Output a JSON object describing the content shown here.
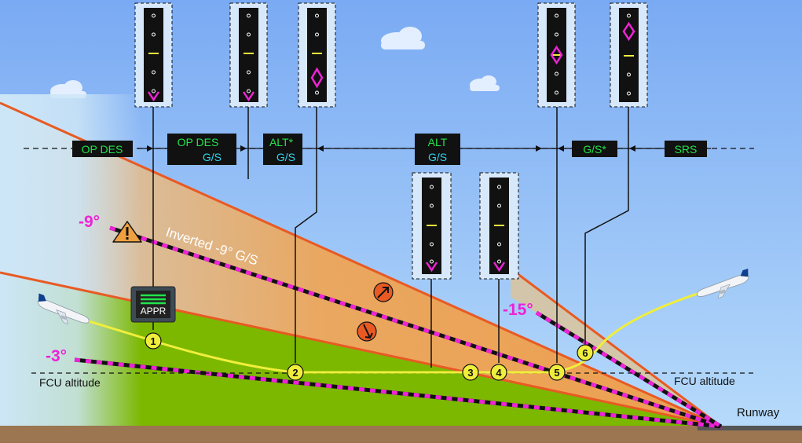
{
  "modes": [
    {
      "id": "op-des",
      "line1": "OP DES",
      "line2": ""
    },
    {
      "id": "op-des-gs",
      "line1": "OP DES",
      "line2": "G/S"
    },
    {
      "id": "alt-star",
      "line1": "ALT*",
      "line2": "G/S"
    },
    {
      "id": "alt",
      "line1": "ALT",
      "line2": "G/S"
    },
    {
      "id": "gs-star",
      "line1": "G/S*",
      "line2": ""
    },
    {
      "id": "srs",
      "line1": "SRS",
      "line2": ""
    }
  ],
  "angles": {
    "a9": "-9°",
    "a3": "-3°",
    "a15": "-15°"
  },
  "labels": {
    "inverted_gs": "Inverted -9° G/S",
    "fcu_left": "FCU altitude",
    "fcu_right": "FCU altitude",
    "runway": "Runway",
    "appr": "APPR"
  },
  "waypoints": [
    "1",
    "2",
    "3",
    "4",
    "5",
    "6"
  ],
  "colors": {
    "sky_top": "#7aaaf3",
    "terrain": "#7cb800",
    "ground": "#9b7650",
    "beam_orange": "#f0a040",
    "beam_line": "#e85a24",
    "magenta": "#ee22d6",
    "path_yellow": "#f0ee3c",
    "mode_green": "#22e34a",
    "mode_cyan": "#2fd3ee"
  },
  "icons": [
    "warning-icon",
    "aircraft-icon",
    "mode-arrow-up-icon",
    "mode-arrow-down-icon"
  ]
}
